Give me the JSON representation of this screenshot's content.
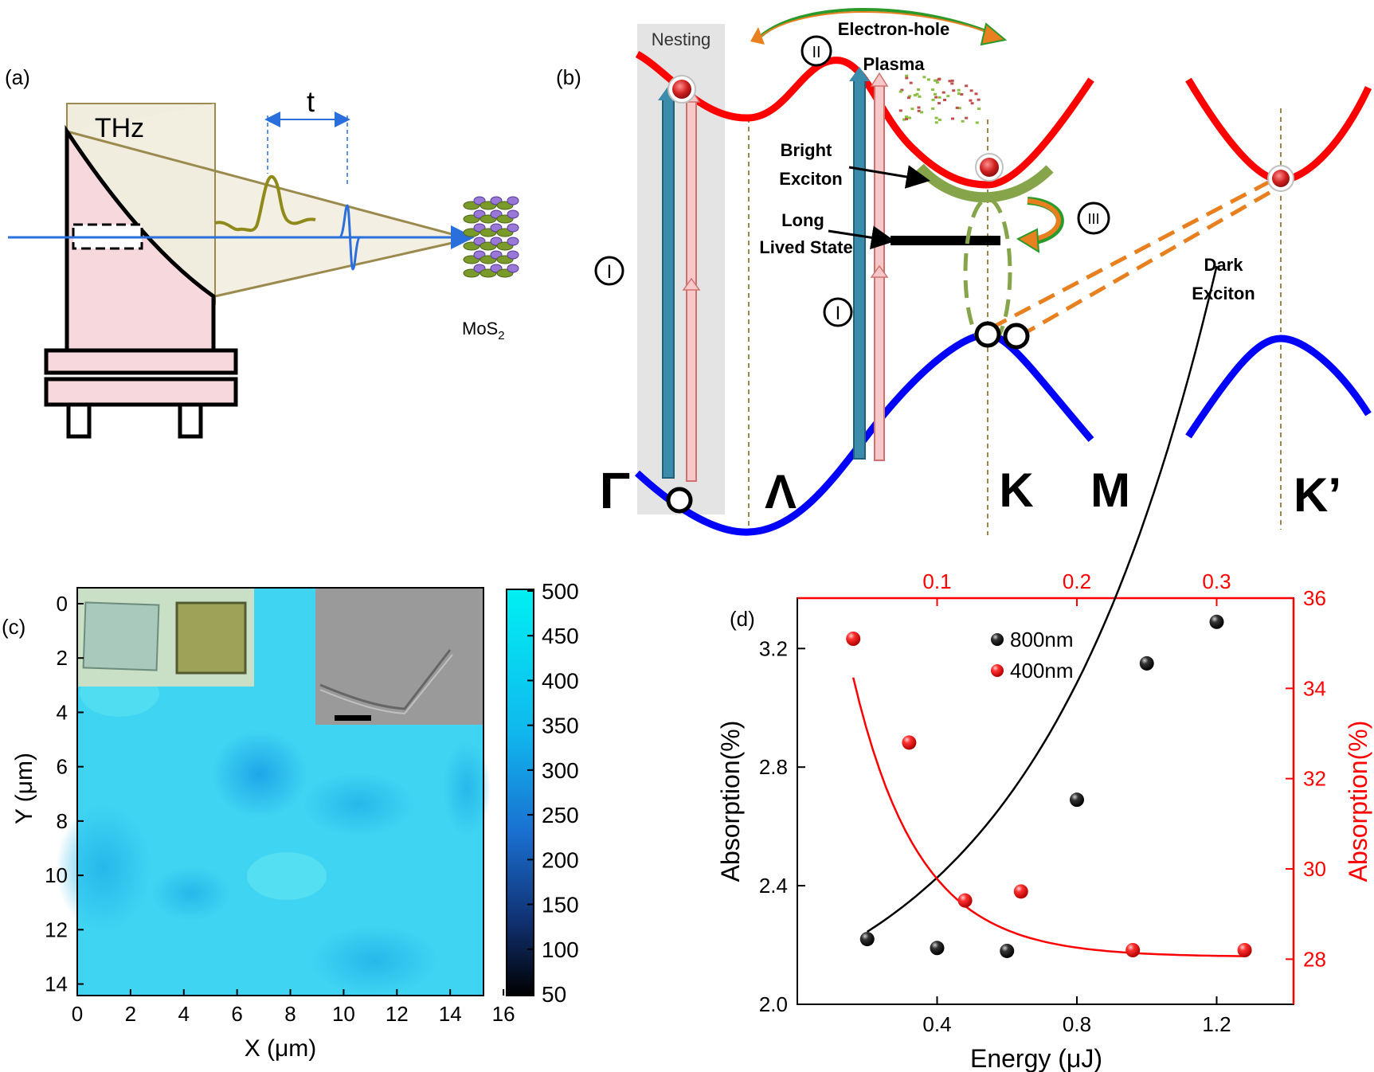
{
  "panels": {
    "a": {
      "label": "(a)",
      "thz": "THz",
      "t": "t",
      "sample": "MoS",
      "sample_sub": "2"
    },
    "b": {
      "label": "(b)",
      "nesting": "Nesting",
      "ehp_line1": "Electron-hole",
      "ehp_line2": "Plasma",
      "bright1": "Bright",
      "bright2": "Exciton",
      "long1": "Long",
      "long2": "Lived State",
      "dark1": "Dark",
      "dark2": "Exciton",
      "roman_I": "I",
      "roman_II": "II",
      "roman_III": "III",
      "k_gamma": "Γ",
      "k_lambda": "Λ",
      "k_K": "K",
      "k_M": "M",
      "k_Kp": "K’"
    },
    "c": {
      "label": "(c)",
      "xlabel": "X (μm)",
      "ylabel": "Y (μm)",
      "xticks": [
        "0",
        "2",
        "4",
        "6",
        "8",
        "10",
        "12",
        "14",
        "16"
      ],
      "yticks": [
        "0",
        "2",
        "4",
        "6",
        "8",
        "10",
        "12",
        "14"
      ],
      "colorbar_ticks": [
        "500",
        "450",
        "400",
        "350",
        "300",
        "250",
        "200",
        "150",
        "100",
        "50"
      ],
      "colors": {
        "high": "#00e8f0",
        "low": "#000000"
      }
    },
    "d": {
      "label": "(d)"
    }
  },
  "chart_data": {
    "type": "scatter",
    "xlabel": "Energy (μJ)",
    "ylabel": "Absorption(%)",
    "ylabel_right": "Absorption(%)",
    "xlim": [
      0,
      1.42
    ],
    "xticks": [
      "0.4",
      "0.8",
      "1.2"
    ],
    "x_top_lim": [
      0,
      0.355
    ],
    "x_top_ticks": [
      "0.1",
      "0.2",
      "0.3"
    ],
    "ylim": [
      2.0,
      3.37
    ],
    "yticks": [
      "2.0",
      "2.4",
      "2.8",
      "3.2"
    ],
    "y_right_lim": [
      27,
      36
    ],
    "y_right_ticks": [
      "28",
      "30",
      "32",
      "34",
      "36"
    ],
    "legend_position": "top-center",
    "series": [
      {
        "name": "800nm",
        "axis": "bottom-left",
        "color": "#000000",
        "x": [
          0.2,
          0.4,
          0.6,
          0.8,
          1.0,
          1.2
        ],
        "y": [
          2.22,
          2.19,
          2.18,
          2.69,
          3.15,
          3.29
        ]
      },
      {
        "name": "400nm",
        "axis": "top-right",
        "color": "#ff0000",
        "x": [
          0.04,
          0.08,
          0.12,
          0.16,
          0.24,
          0.32
        ],
        "y": [
          35.1,
          32.8,
          29.3,
          29.5,
          28.2,
          28.2
        ]
      }
    ]
  }
}
